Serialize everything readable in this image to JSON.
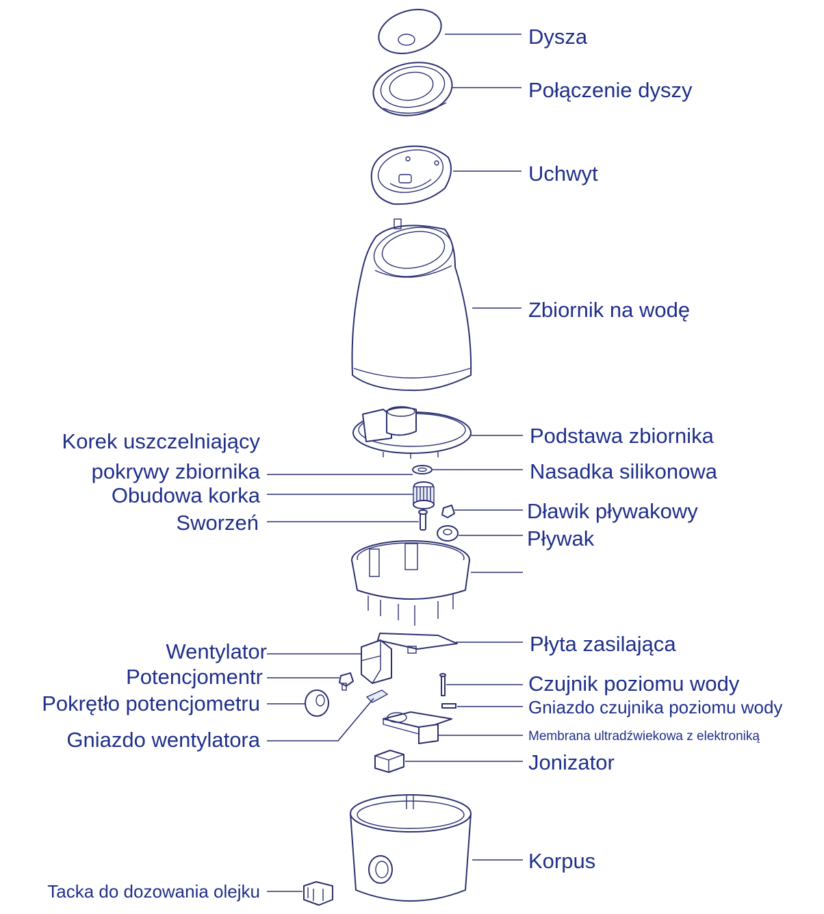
{
  "labels": {
    "dysza": "Dysza",
    "polaczenie_dyszy": "Połączenie dyszy",
    "uchwyt": "Uchwyt",
    "zbiornik": "Zbiornik na wodę",
    "podstawa": "Podstawa zbiornika",
    "korek_line1": "Korek uszczelniający",
    "korek_line2": "pokrywy zbiornika",
    "nasadka": "Nasadka silikonowa",
    "obudowa_korka": "Obudowa korka",
    "dlawik": "Dławik pływakowy",
    "sworzen": "Sworzeń",
    "plywak": "Pływak",
    "wentylator": "Wentylator",
    "plyta": "Płyta zasilająca",
    "potencjometr": "Potencjomentr",
    "czujnik": "Czujnik poziomu wody",
    "pokretlo": "Pokrętło potencjometru",
    "gniazdo_czujnika": "Gniazdo czujnika poziomu wody",
    "gniazdo_wentylatora": "Gniazdo wentylatora",
    "membrana": "Membrana ultradźwiekowa z elektroniką",
    "jonizator": "Jonizator",
    "korpus": "Korpus",
    "tacka": "Tacka do dozowania olejku"
  },
  "colors": {
    "label_text": "#1f2f8a",
    "line_art": "#2a2f70",
    "background": "#ffffff"
  }
}
